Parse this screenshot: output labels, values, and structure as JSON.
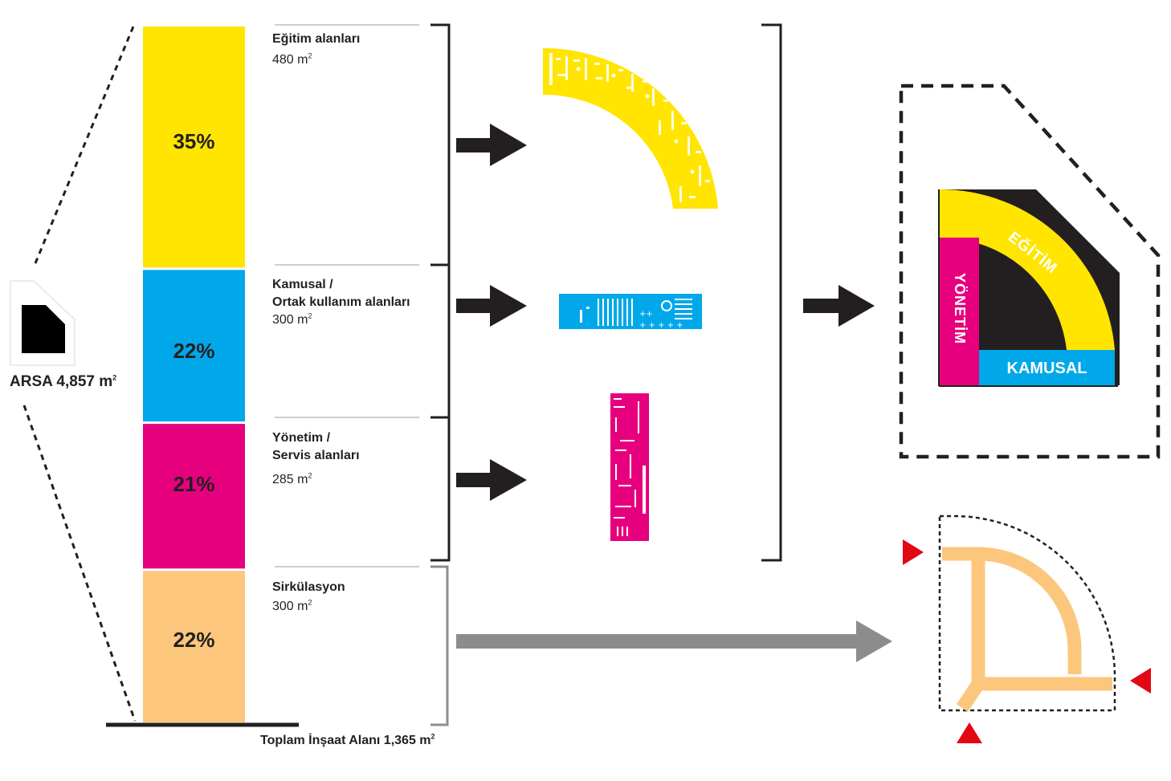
{
  "segments": [
    {
      "name": "egitim",
      "percent": "35%",
      "value": 35,
      "title": "Eğitim alanları",
      "area_num": "480",
      "area_unit": "m",
      "color": "#ffe500"
    },
    {
      "name": "kamusal",
      "percent": "22%",
      "value": 22,
      "title": "Kamusal /\nOrtak kullanım alanları",
      "area_num": "300",
      "area_unit": "m",
      "color": "#00a8ea"
    },
    {
      "name": "yonetim",
      "percent": "21%",
      "value": 21,
      "title": "Yönetim /\nServis alanları",
      "area_num": "285",
      "area_unit": "m",
      "color": "#e6007e"
    },
    {
      "name": "sirkulasyon",
      "percent": "22%",
      "value": 22,
      "title": "Sirkülasyon",
      "area_num": "300",
      "area_unit": "m",
      "color": "#fcc77d"
    }
  ],
  "site": {
    "label": "ARSA 4,857 m"
  },
  "total": {
    "label": "Toplam İnşaat Alanı 1,365 m"
  },
  "plan": {
    "egitim": "EĞİTİM",
    "yonetim": "YÖNETİM",
    "kamusal": "KAMUSAL"
  },
  "sup_text": "2",
  "colors": {
    "arrow_dark": "#231f20",
    "arrow_grey": "#8c8c8c",
    "entrance": "#e30613"
  }
}
